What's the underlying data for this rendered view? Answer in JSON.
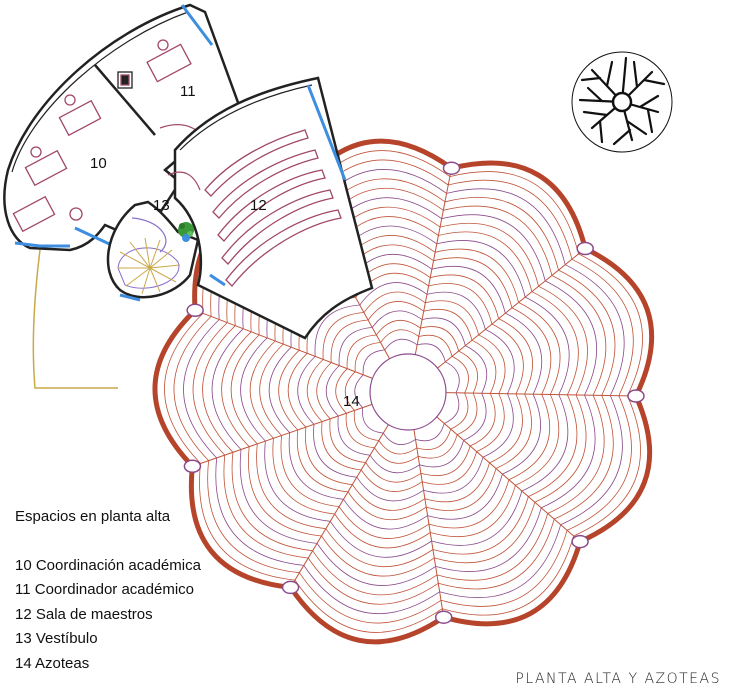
{
  "rooms": [
    {
      "id": "10",
      "label": "10"
    },
    {
      "id": "11",
      "label": "11"
    },
    {
      "id": "12",
      "label": "12"
    },
    {
      "id": "13",
      "label": "13"
    },
    {
      "id": "14",
      "label": "14"
    }
  ],
  "legend": {
    "title": "Espacios en planta alta",
    "items": [
      "10 Coordinación académica",
      "11 Coordinador académico",
      "12 Sala de maestros",
      "13 Vestíbulo",
      "14 Azoteas"
    ]
  },
  "sheet_title": "PLANTA ALTA Y AZOTEAS",
  "colors": {
    "roof_outline": "#b5442a",
    "roof_lines": "#c0543a",
    "roof_inner": "#8b4a8a",
    "walls": "#222222",
    "glazing": "#3d8de0",
    "furniture": "#a0476a",
    "stair": "#c9a94a",
    "plant": "#3a9a3a"
  },
  "icons": [
    "tree-plan-icon",
    "plant-icon"
  ]
}
